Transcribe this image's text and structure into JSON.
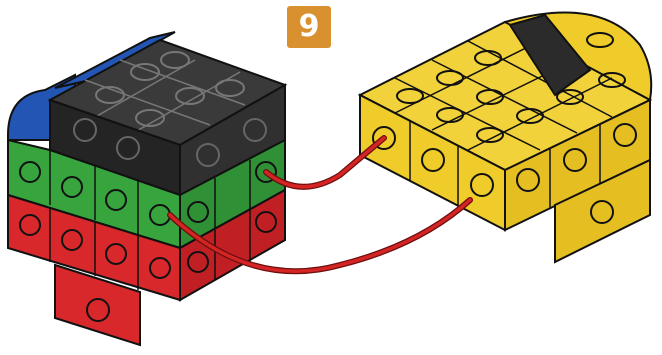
{
  "instruction": {
    "step_number": "9"
  },
  "colors": {
    "step_badge": "#d9902f",
    "black_block": "#2b2b2b",
    "blue_block": "#2355b5",
    "green_block": "#37a43e",
    "red_block": "#d8282b",
    "yellow_block": "#f0cc2a",
    "cable": "#d42424"
  },
  "icons": {
    "left_assembly": "black-green-red-block-stack",
    "right_assembly": "yellow-block-assembly",
    "connector": "red-cable"
  }
}
